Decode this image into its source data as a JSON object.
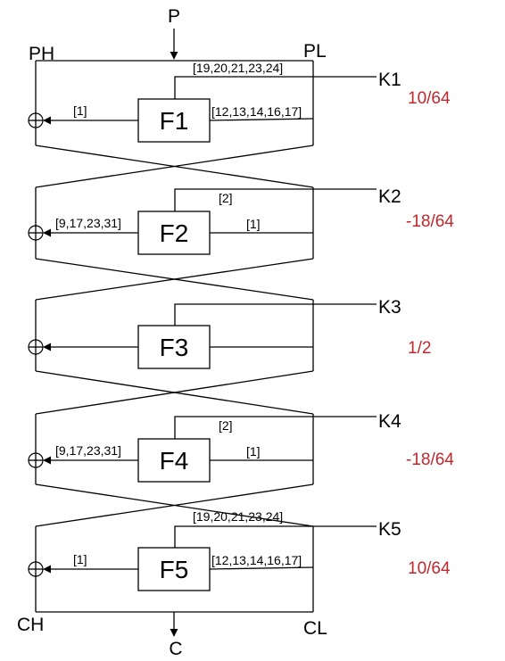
{
  "labels": {
    "plaintext": "P",
    "plaintext_high": "PH",
    "plaintext_low": "PL",
    "ciphertext": "C",
    "ciphertext_high": "CH",
    "ciphertext_low": "CL"
  },
  "rounds": [
    {
      "function": "F1",
      "key": "K1",
      "probability": "10/64",
      "input_mask": "[12,13,14,16,17]",
      "key_mask": "[19,20,21,23,24]",
      "output_mask": "[1]"
    },
    {
      "function": "F2",
      "key": "K2",
      "probability": "-18/64",
      "input_mask": "[1]",
      "key_mask": "[2]",
      "output_mask": "[9,17,23,31]"
    },
    {
      "function": "F3",
      "key": "K3",
      "probability": "1/2",
      "input_mask": "",
      "key_mask": "",
      "output_mask": ""
    },
    {
      "function": "F4",
      "key": "K4",
      "probability": "-18/64",
      "input_mask": "[1]",
      "key_mask": "[2]",
      "output_mask": "[9,17,23,31]"
    },
    {
      "function": "F5",
      "key": "K5",
      "probability": "10/64",
      "input_mask": "[12,13,14,16,17]",
      "key_mask": "[19,20,21,23,24]",
      "output_mask": "[1]"
    }
  ]
}
